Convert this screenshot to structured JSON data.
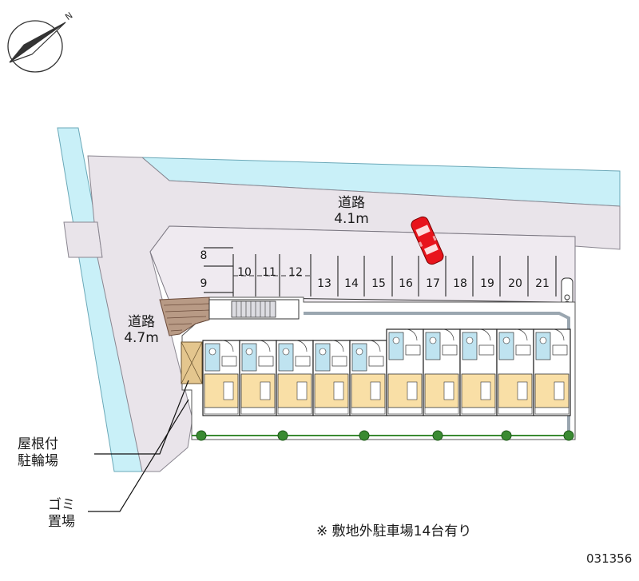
{
  "roads": {
    "top": {
      "name": "道路",
      "width": "4.1m"
    },
    "left": {
      "name": "道路",
      "width": "4.7m"
    }
  },
  "parking": {
    "stalls": [
      "8",
      "9",
      "10",
      "11",
      "12",
      "13",
      "14",
      "15",
      "16",
      "17",
      "18",
      "19",
      "20",
      "21"
    ]
  },
  "callouts": {
    "bicycle": {
      "line1": "屋根付",
      "line2": "駐輪場"
    },
    "garbage": {
      "line1": "ゴミ",
      "line2": "置場"
    }
  },
  "note": "※ 敷地外駐車場14台有り",
  "property_id": "031356",
  "compass": {
    "label": "N",
    "icon": "compass-icon"
  },
  "colors": {
    "road": "#e9e4ea",
    "water": "#c9f0f8",
    "site": "#ffffff",
    "unit_floor": "#f9dfa6",
    "unit_bath": "#bfe3f0",
    "car": "#e8141c",
    "brick": "#b89a85",
    "tree": "#3a8a32"
  }
}
